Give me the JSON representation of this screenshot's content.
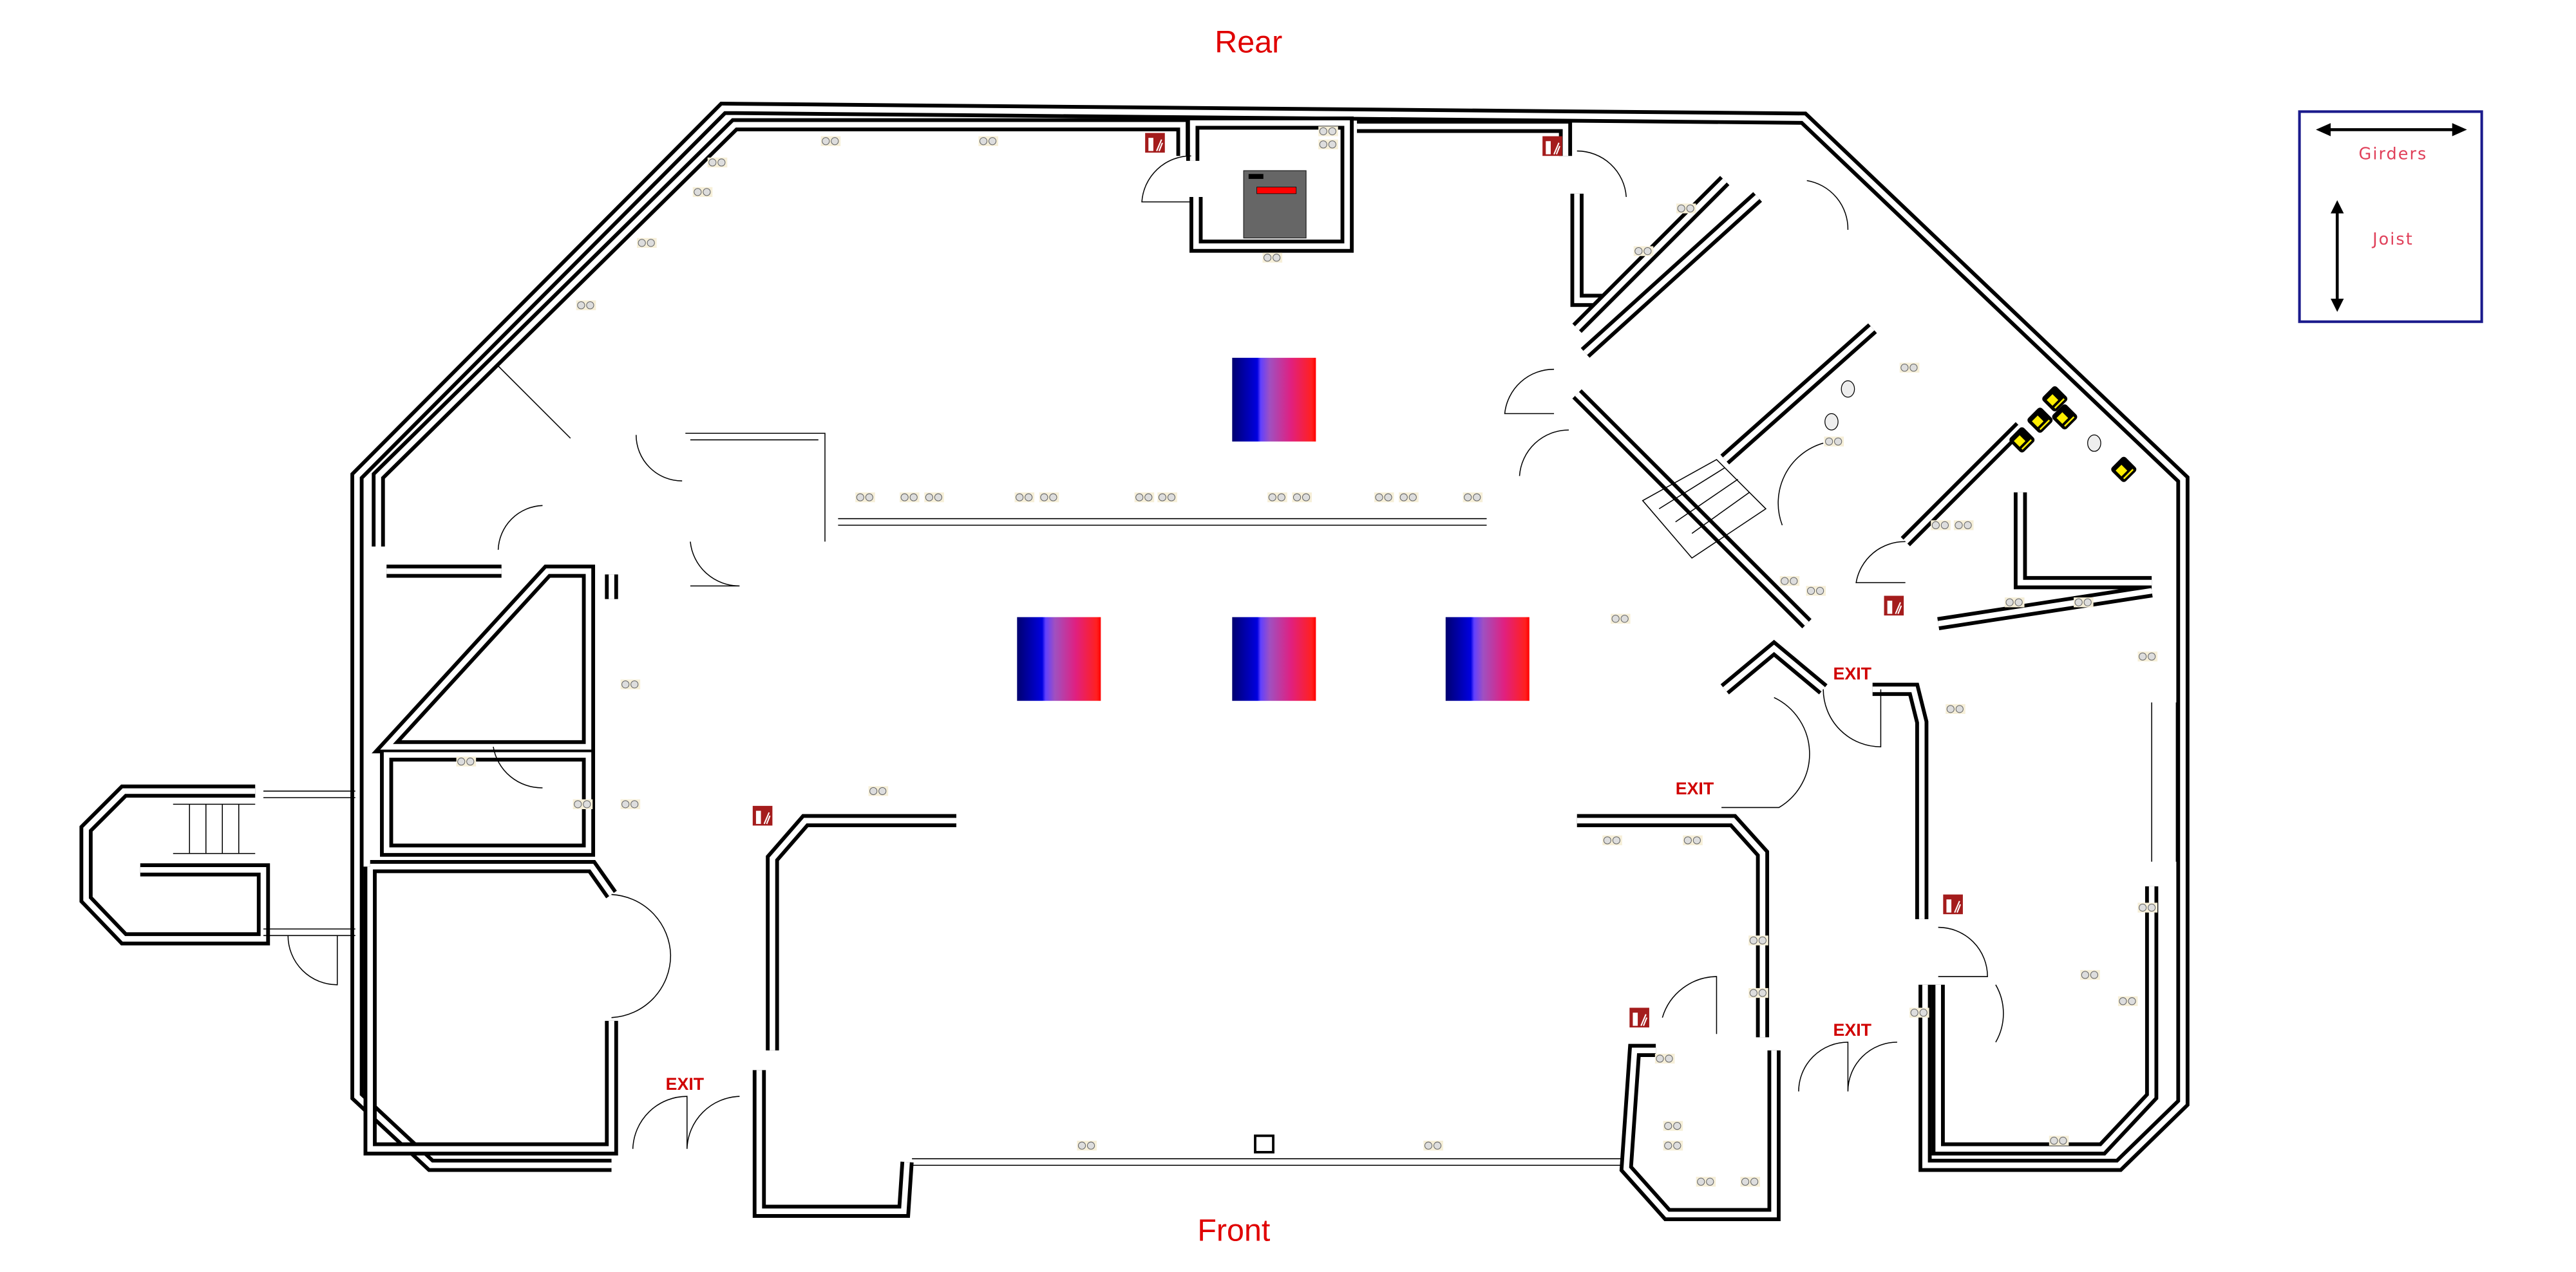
{
  "labels": {
    "rear": "Rear",
    "front": "Front",
    "exits": [
      "EXIT",
      "EXIT",
      "EXIT",
      "EXIT"
    ]
  },
  "legend": {
    "girders": "Girders",
    "joist": "Joist"
  },
  "colors": {
    "label_red": "#e00000",
    "legend_border": "#1a1a8c",
    "extinguisher_red": "#a41c1c",
    "sign_yellow": "#ffee00",
    "gradient": [
      "#000070",
      "#0000e0",
      "#6040ff",
      "#a050c0",
      "#e02080",
      "#ff0000"
    ]
  },
  "icons": {
    "extinguisher": "fire-extinguisher-icon",
    "outlet": "electrical-outlet-icon",
    "heater": "heater-gradient-icon",
    "panel": "electrical-panel-icon",
    "restroom_sign": "restroom-sign-icon"
  }
}
